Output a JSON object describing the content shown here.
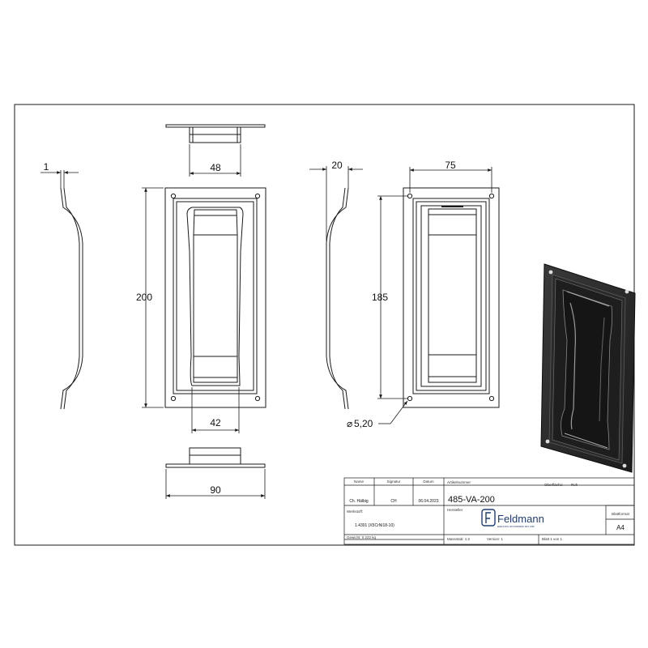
{
  "dimensions": {
    "thickness": "1",
    "inner_width_top": "48",
    "depth": "20",
    "hole_spacing_w": "75",
    "height": "200",
    "hole_spacing_h": "185",
    "inner_width_bottom": "42",
    "outer_width": "90",
    "hole_dia": "5,20"
  },
  "title_block": {
    "header": {
      "name": "Name",
      "signature": "Signatur",
      "date": "Datum"
    },
    "person": {
      "name": "Ch. Hälbig",
      "signature": "CH",
      "date": "06.04.2023"
    },
    "article_label": "Artikelnummer",
    "article_number": "485-VA-200",
    "surface_label": "Oberfläche:",
    "surface_value": "Roh",
    "manufacturer_label": "Hersteller",
    "company_name": "Feldmann",
    "company_tagline": "EDELSTAHL IM HANDWERK SEIT 1968",
    "format_label": "Blattformat",
    "format_value": "A4",
    "material_label": "Werkstoff:",
    "material_value": "1.4301 (X5CrNi18-10)",
    "weight": "Gewicht: 0.222 kg",
    "scale": "Massstab: 1:2",
    "version": "Version: 1",
    "sheet": "Blatt 1 von 1"
  },
  "colors": {
    "line": "#1a1a1a",
    "render_dark": "#2b2b2b",
    "logo": "#1f3d73"
  }
}
